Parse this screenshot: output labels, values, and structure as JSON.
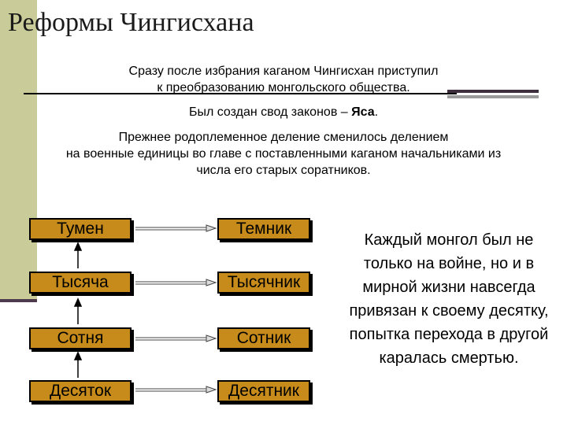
{
  "slide": {
    "title": "Реформы Чингисхана",
    "intro_lines": [
      "Сразу после избрания каганом Чингисхан приступил",
      "к преобразованию монгольского общества.",
      "Был создан свод законов – Яса.",
      "Прежнее родоплеменное деление сменилось делением",
      "на военные единицы во главе с поставленными каганом начальниками из",
      "числа его старых соратников."
    ],
    "units": [
      "Тумен",
      "Тысяча",
      "Сотня",
      "Десяток"
    ],
    "commanders": [
      "Темник",
      "Тысячник",
      "Сотник",
      "Десятник"
    ],
    "side_text": "Каждый монгол был не только на войне, но и в мирной жизни навсегда привязан к своему десятку, попытка перехода в другой каралась смертью.",
    "colors": {
      "accent_bar": "#c9cc98",
      "box_fill": "#c68b1a",
      "divider": "#3d2f3d"
    }
  }
}
